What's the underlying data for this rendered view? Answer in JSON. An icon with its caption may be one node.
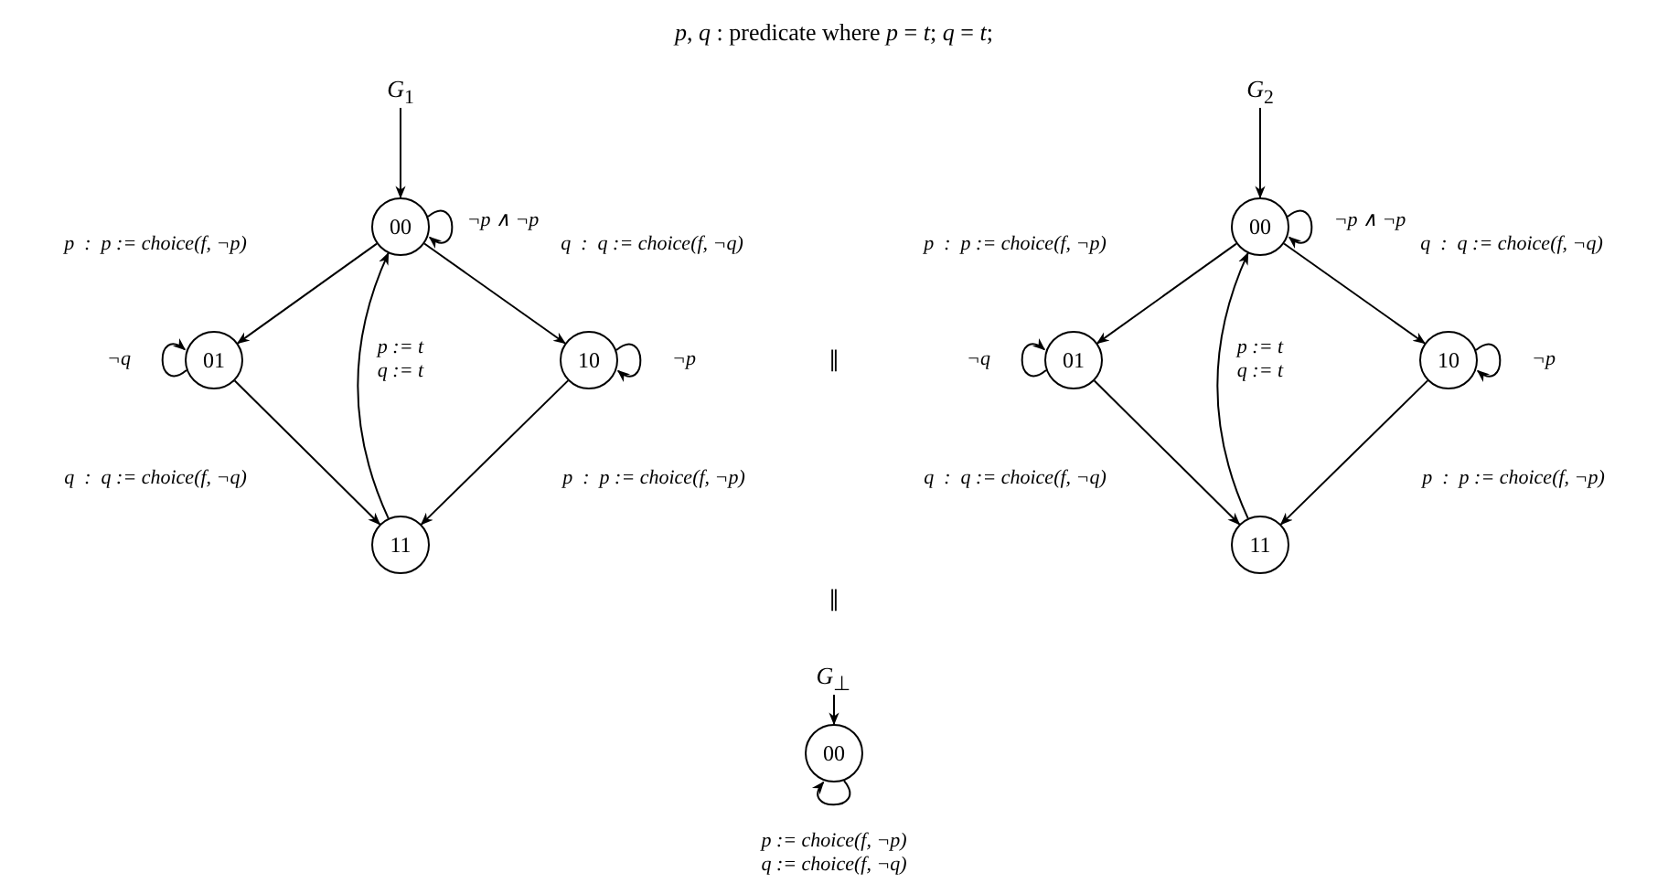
{
  "diagram": {
    "title": "*p*, *q* : predicate where *p* = *t*; *q* = *t*;",
    "nodes": [
      {
        "text": [
          "*G*$_{1}$"
        ]
      },
      {
        "text": [
          "00"
        ]
      },
      {
        "text": [
          "01"
        ]
      },
      {
        "text": [
          "10"
        ]
      },
      {
        "text": [
          "11"
        ]
      },
      {
        "text": [
          "*G*$_{2}$"
        ]
      },
      {
        "text": [
          "00"
        ]
      },
      {
        "text": [
          "01"
        ]
      },
      {
        "text": [
          "10"
        ]
      },
      {
        "text": [
          "11"
        ]
      },
      {
        "text": [
          "*G*$_{⊥}$"
        ]
      },
      {
        "text": [
          "00"
        ]
      }
    ],
    "edges": [
      {
        "from": 0,
        "to": 1,
        "arrow": "to"
      },
      {
        "from": 1,
        "to": 1,
        "arrow": "to",
        "label": "¬p ∧ ¬p"
      },
      {
        "from": 1,
        "to": 2,
        "arrow": "to",
        "label": "p  :  p := choice(f, ¬p)"
      },
      {
        "from": 1,
        "to": 3,
        "arrow": "to",
        "label": "q  :  q := choice(f, ¬q)"
      },
      {
        "from": 2,
        "to": 2,
        "arrow": "to",
        "label": "¬q"
      },
      {
        "from": 3,
        "to": 3,
        "arrow": "to",
        "label": "¬p"
      },
      {
        "from": 2,
        "to": 4,
        "arrow": "to",
        "label": "q  :  q := choice(f, ¬q)"
      },
      {
        "from": 3,
        "to": 4,
        "arrow": "to",
        "label": "p  :  p := choice(f, ¬p)"
      },
      {
        "from": 4,
        "to": 1,
        "arrow": "to",
        "label": "p := t q := t"
      },
      {
        "from": 5,
        "to": 6,
        "arrow": "to"
      },
      {
        "from": 6,
        "to": 6,
        "arrow": "to",
        "label": "¬p ∧ ¬p"
      },
      {
        "from": 6,
        "to": 7,
        "arrow": "to",
        "label": "p  :  p := choice(f, ¬p)"
      },
      {
        "from": 6,
        "to": 8,
        "arrow": "to",
        "label": "q  :  q := choice(f, ¬q)"
      },
      {
        "from": 7,
        "to": 7,
        "arrow": "to",
        "label": "¬q"
      },
      {
        "from": 8,
        "to": 8,
        "arrow": "to",
        "label": "¬p"
      },
      {
        "from": 7,
        "to": 9,
        "arrow": "to",
        "label": "q  :  q := choice(f, ¬q)"
      },
      {
        "from": 8,
        "to": 9,
        "arrow": "to",
        "label": "p  :  p := choice(f, ¬p)"
      },
      {
        "from": 9,
        "to": 6,
        "arrow": "to",
        "label": "p := t q := t"
      },
      {
        "from": 10,
        "to": 11,
        "arrow": "to"
      },
      {
        "from": 11,
        "to": 11,
        "arrow": "to",
        "label": "p := choice(f, ¬p) q := choice(f, ¬q)"
      }
    ],
    "labels": [
      "∥",
      "∥"
    ]
  }
}
